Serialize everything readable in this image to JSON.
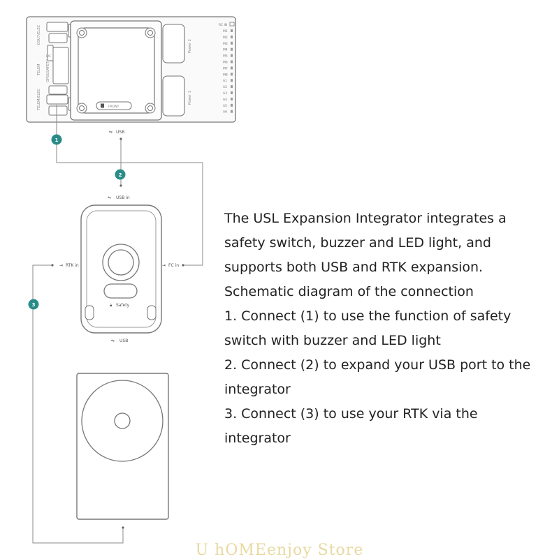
{
  "controller": {
    "ports_left": [
      "DSU7/ELEC",
      "TELEM",
      "GPS&SAFETY",
      "TELEM/ELEC"
    ],
    "i2c_label": "I2C",
    "front_label": "FRONT",
    "power_labels": [
      "Power 2",
      "Power 1"
    ],
    "sbus_label": "RC IN",
    "pin_labels": [
      "M1",
      "M2",
      "M3",
      "M4",
      "M5",
      "M6",
      "M7",
      "M8",
      "A1",
      "A2",
      "A3",
      "A4",
      "A5",
      "A6"
    ],
    "usb_label": "USB"
  },
  "integrator": {
    "usb_in_label": "USB in",
    "rtk_in_label": "RTK in",
    "fc_in_label": "FC in",
    "safety_label": "Safety",
    "usb_label": "USB"
  },
  "badges": [
    "1",
    "2",
    "3"
  ],
  "colors": {
    "badge": "#2a8c88",
    "line": "#888888",
    "device_stroke": "#7a7a7a"
  },
  "description": [
    "The USL Expansion Integrator integrates a",
    "safety switch, buzzer and LED light, and",
    "supports both USB and RTK expansion.",
    "Schematic diagram of the connection",
    "1. Connect (1) to use the function of safety",
    "switch with buzzer and LED light",
    "2. Connect (2) to expand your USB port to the",
    "integrator",
    "3. Connect (3) to use your RTK via the",
    "integrator"
  ],
  "watermark": "U hOMEenjoy Store"
}
